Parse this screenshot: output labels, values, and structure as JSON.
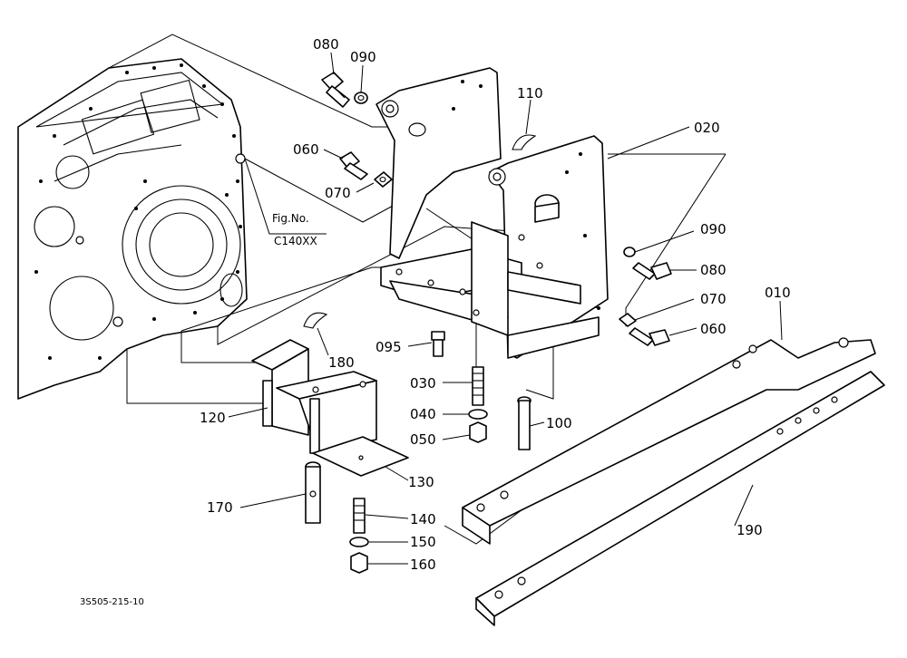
{
  "figure": {
    "reference_label": "Fig.No.",
    "reference_code": "C140XX",
    "drawing_code": "3S505-215-10"
  },
  "callouts": [
    {
      "id": "080a",
      "label": "080"
    },
    {
      "id": "090a",
      "label": "090"
    },
    {
      "id": "110",
      "label": "110"
    },
    {
      "id": "020",
      "label": "020"
    },
    {
      "id": "060a",
      "label": "060"
    },
    {
      "id": "070a",
      "label": "070"
    },
    {
      "id": "090b",
      "label": "090"
    },
    {
      "id": "080b",
      "label": "080"
    },
    {
      "id": "010",
      "label": "010"
    },
    {
      "id": "070b",
      "label": "070"
    },
    {
      "id": "060b",
      "label": "060"
    },
    {
      "id": "095",
      "label": "095"
    },
    {
      "id": "180",
      "label": "180"
    },
    {
      "id": "030",
      "label": "030"
    },
    {
      "id": "040",
      "label": "040"
    },
    {
      "id": "120",
      "label": "120"
    },
    {
      "id": "050",
      "label": "050"
    },
    {
      "id": "100",
      "label": "100"
    },
    {
      "id": "130",
      "label": "130"
    },
    {
      "id": "170",
      "label": "170"
    },
    {
      "id": "140",
      "label": "140"
    },
    {
      "id": "150",
      "label": "150"
    },
    {
      "id": "190",
      "label": "190"
    },
    {
      "id": "160",
      "label": "160"
    }
  ]
}
